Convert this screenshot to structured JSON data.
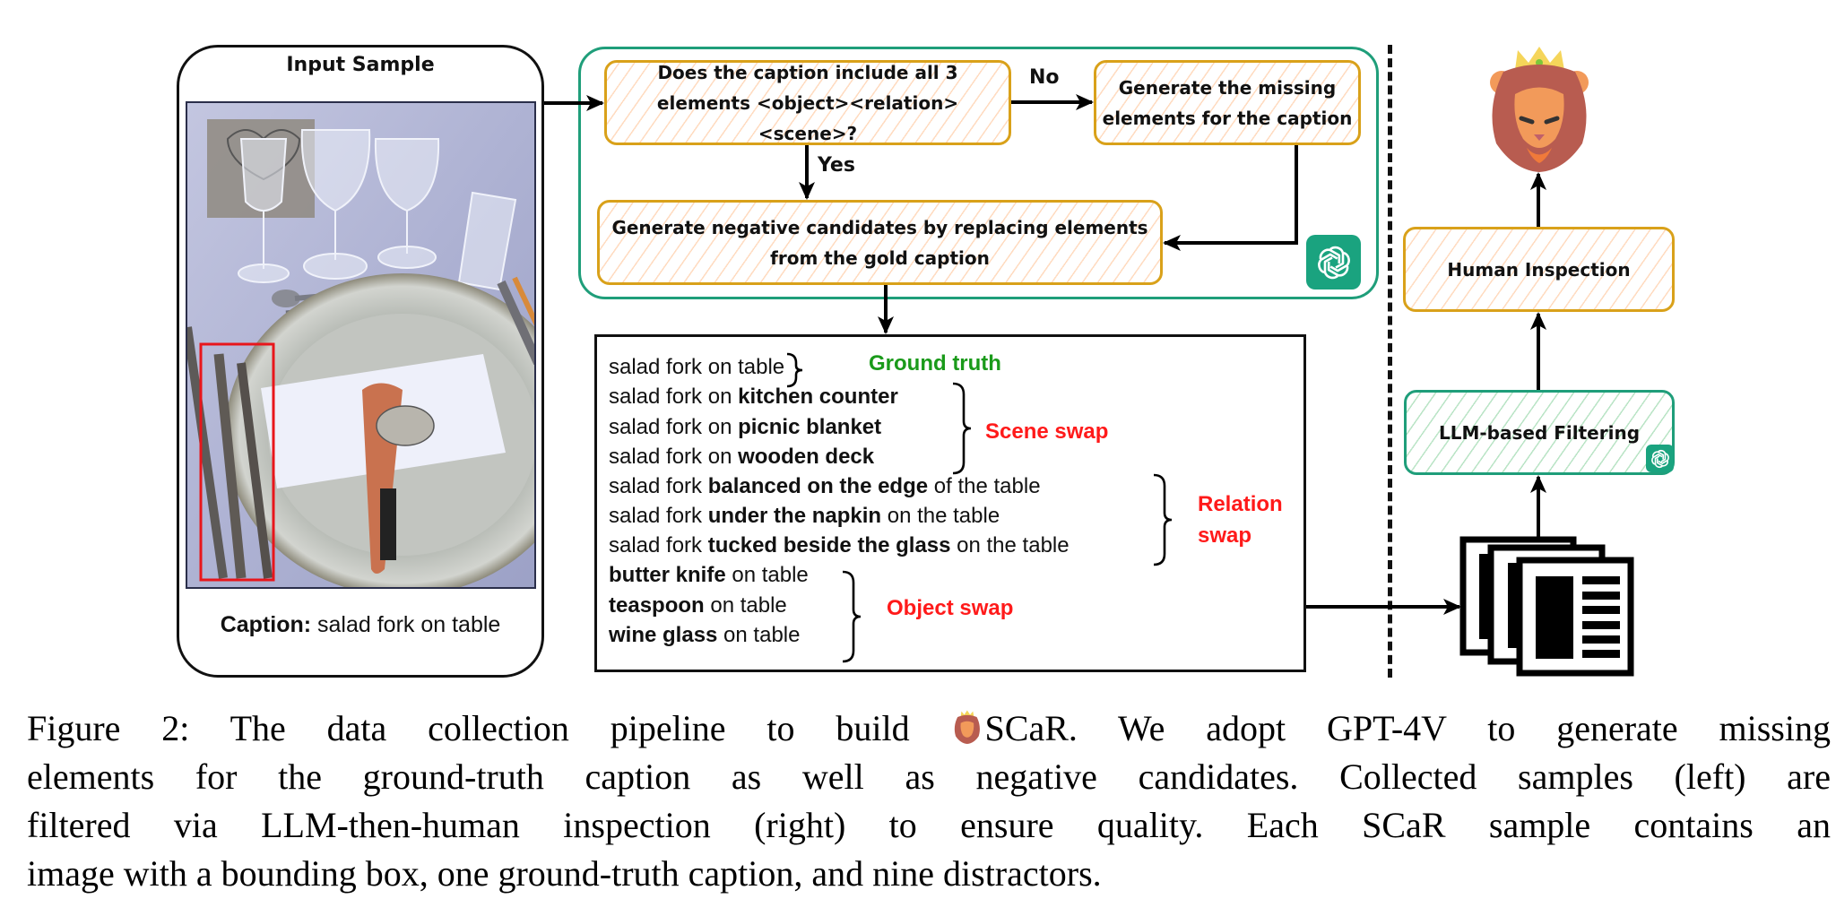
{
  "input_panel": {
    "title": "Input Sample",
    "caption_label": "Caption:",
    "caption_text": "salad fork on table",
    "photo_description": "table setting with plate, napkin, glasses and cutlery; salad fork highlighted with red bounding box",
    "bbox_color": "#e8161b"
  },
  "gpt_pipeline": {
    "decision": "Does the caption include all 3 elements <object><relation><scene>?",
    "no_label": "No",
    "yes_label": "Yes",
    "missing": "Generate the missing elements for the caption",
    "negative": "Generate negative candidates by replacing elements from the gold caption",
    "icon": "openai-logo-icon",
    "accent_color": "#1f9e7a",
    "box_color": "#d9a11a"
  },
  "candidates": {
    "ground_truth": {
      "label": "Ground truth",
      "color": "#1a9a1a",
      "lines": [
        {
          "pre": "salad fork on table",
          "bold": "",
          "post": ""
        }
      ]
    },
    "scene_swap": {
      "label": "Scene swap",
      "color": "#ff1a1a",
      "lines": [
        {
          "pre": "salad fork on ",
          "bold": "kitchen counter",
          "post": ""
        },
        {
          "pre": "salad fork on ",
          "bold": "picnic blanket",
          "post": ""
        },
        {
          "pre": "salad fork on ",
          "bold": "wooden deck",
          "post": ""
        }
      ]
    },
    "relation_swap": {
      "label_line1": "Relation",
      "label_line2": "swap",
      "color": "#ff1a1a",
      "lines": [
        {
          "pre": "salad fork ",
          "bold": "balanced on the edge",
          "post": " of the table"
        },
        {
          "pre": "salad fork ",
          "bold": "under the napkin",
          "post": " on the table"
        },
        {
          "pre": "salad fork ",
          "bold": "tucked beside the glass",
          "post": " on the table"
        }
      ]
    },
    "object_swap": {
      "label": "Object swap",
      "color": "#ff1a1a",
      "lines": [
        {
          "pre": "",
          "bold": "butter knife",
          "post": " on table"
        },
        {
          "pre": "",
          "bold": "teaspoon",
          "post": " on table"
        },
        {
          "pre": "",
          "bold": "wine glass",
          "post": " on table"
        }
      ]
    }
  },
  "right_column": {
    "llm_filter": "LLM-based Filtering",
    "human_inspection": "Human Inspection",
    "result_icon": "crowned-lion-icon",
    "samples_icon": "stacked-documents-icon"
  },
  "figure_caption": {
    "line1_a": "Figure 2:  The data collection pipeline to build ",
    "line1_b": "SCaR. We adopt GPT-4V to generate missing",
    "line2": "elements for the ground-truth caption as well as negative candidates.  Collected samples (left) are",
    "line3": "filtered via LLM-then-human inspection (right) to ensure quality.  Each SCaR sample contains an",
    "line4": "image with a bounding box, one ground-truth caption, and nine distractors."
  }
}
